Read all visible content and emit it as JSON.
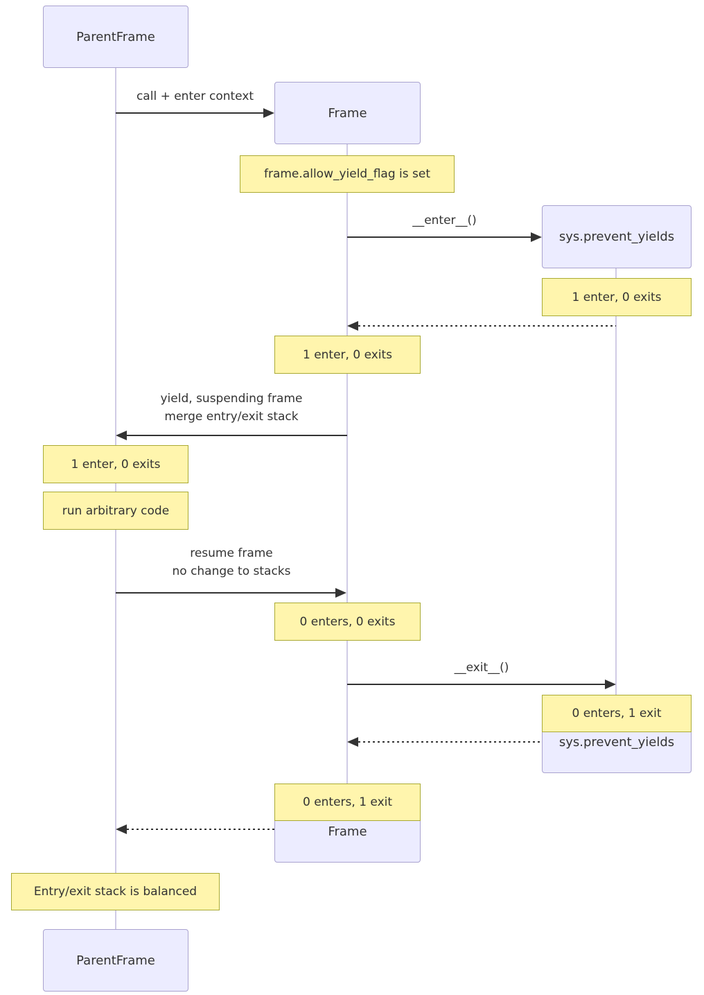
{
  "colors": {
    "actor_fill": "#ECECFF",
    "actor_border": "#A9A2CF",
    "note_fill": "#FFF5AD",
    "note_border": "#AAAA33",
    "line": "#333333",
    "text": "#333333",
    "lifeline": "#D0CBE5",
    "background": "#FFFFFF"
  },
  "participants": {
    "parentframe": {
      "label": "ParentFrame"
    },
    "frame": {
      "label": "Frame"
    },
    "sys_prevent_yields": {
      "label": "sys.prevent_yields"
    }
  },
  "messages": {
    "call_enter_context": {
      "label": "call + enter context",
      "from": "ParentFrame",
      "to": "Frame",
      "line": "solid"
    },
    "enter": {
      "label": "__enter__()",
      "from": "Frame",
      "to": "sys.prevent_yields",
      "line": "solid"
    },
    "enter_return": {
      "from": "sys.prevent_yields",
      "to": "Frame",
      "line": "dashed"
    },
    "yield_suspend": {
      "line1": "yield, suspending frame",
      "line2": "merge entry/exit stack",
      "from": "Frame",
      "to": "ParentFrame",
      "line": "solid"
    },
    "resume": {
      "line1": "resume frame",
      "line2": "no change to stacks",
      "from": "ParentFrame",
      "to": "Frame",
      "line": "solid"
    },
    "exit": {
      "label": "__exit__()",
      "from": "Frame",
      "to": "sys.prevent_yields",
      "line": "solid"
    },
    "exit_return": {
      "from": "sys.prevent_yields",
      "to": "Frame",
      "line": "dashed"
    },
    "frame_return": {
      "from": "Frame",
      "to": "ParentFrame",
      "line": "dashed"
    }
  },
  "notes": {
    "allow_yield_flag": "frame.allow_yield_flag is set",
    "sys_after_enter": "1 enter, 0 exits",
    "frame_after_enter": "1 enter, 0 exits",
    "parent_after_yield": "1 enter, 0 exits",
    "run_arbitrary_code": "run arbitrary code",
    "frame_after_resume": "0 enters, 0 exits",
    "sys_after_exit": "0 enters, 1 exit",
    "frame_after_exit": "0 enters, 1 exit",
    "balanced": "Entry/exit stack is balanced"
  }
}
